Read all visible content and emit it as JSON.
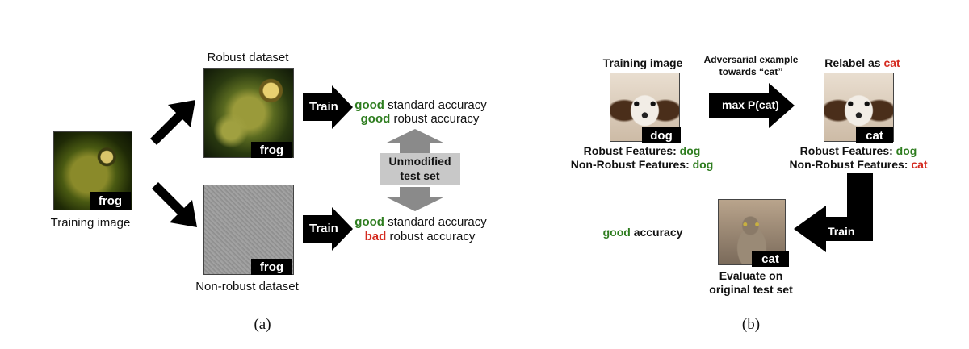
{
  "panel_a": {
    "training_image_label": "Training image",
    "training_image_tag": "frog",
    "robust_dataset_label": "Robust dataset",
    "robust_tag": "frog",
    "nonrobust_dataset_label": "Non-robust dataset",
    "nonrobust_tag": "frog",
    "train_top": "Train",
    "train_bottom": "Train",
    "top_result_line1_q": "good",
    "top_result_line1_rest": " standard accuracy",
    "top_result_line2_q": "good",
    "top_result_line2_rest": " robust accuracy",
    "bottom_result_line1_q": "good",
    "bottom_result_line1_rest": " standard accuracy",
    "bottom_result_line2_q": "bad",
    "bottom_result_line2_rest": " robust accuracy",
    "test_set_line1": "Unmodified",
    "test_set_line2": "test set",
    "caption": "(a)"
  },
  "panel_b": {
    "training_image_label": "Training image",
    "dog_tag": "dog",
    "adv_label_line1": "Adversarial example",
    "adv_label_line2": "towards “cat”",
    "max_arrow_text": "max P(cat)",
    "relabel_prefix": "Relabel as ",
    "relabel_class": "cat",
    "cat_tag": "cat",
    "left_robust_prefix": "Robust Features: ",
    "left_robust_value": "dog",
    "left_nonrobust_prefix": "Non-Robust Features: ",
    "left_nonrobust_value": "dog",
    "right_robust_prefix": "Robust Features: ",
    "right_robust_value": "dog",
    "right_nonrobust_prefix": "Non-Robust Features: ",
    "right_nonrobust_value": "cat",
    "train_label": "Train",
    "result_q": "good",
    "result_rest": " accuracy",
    "test_cat_tag": "cat",
    "evaluate_line1": "Evaluate on",
    "evaluate_line2": "original test set",
    "caption": "(b)"
  }
}
